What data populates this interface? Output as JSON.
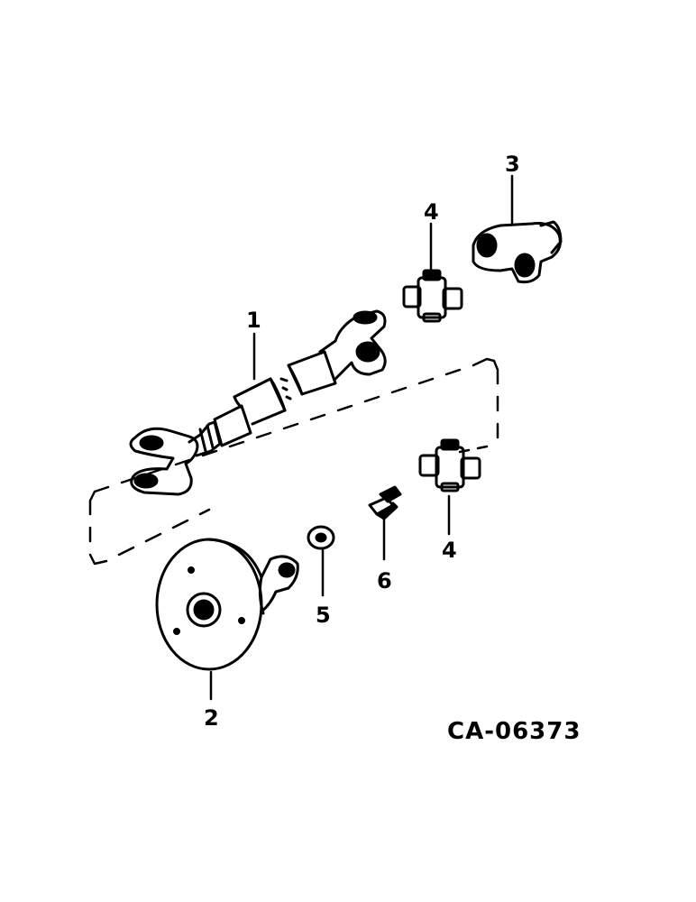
{
  "figure_code": "CA-06373",
  "callouts": {
    "shaft": "1",
    "flange_yoke": "2",
    "end_yoke": "3",
    "cross_upper": "4",
    "cross_lower": "4",
    "washer": "5",
    "screw": "6"
  }
}
